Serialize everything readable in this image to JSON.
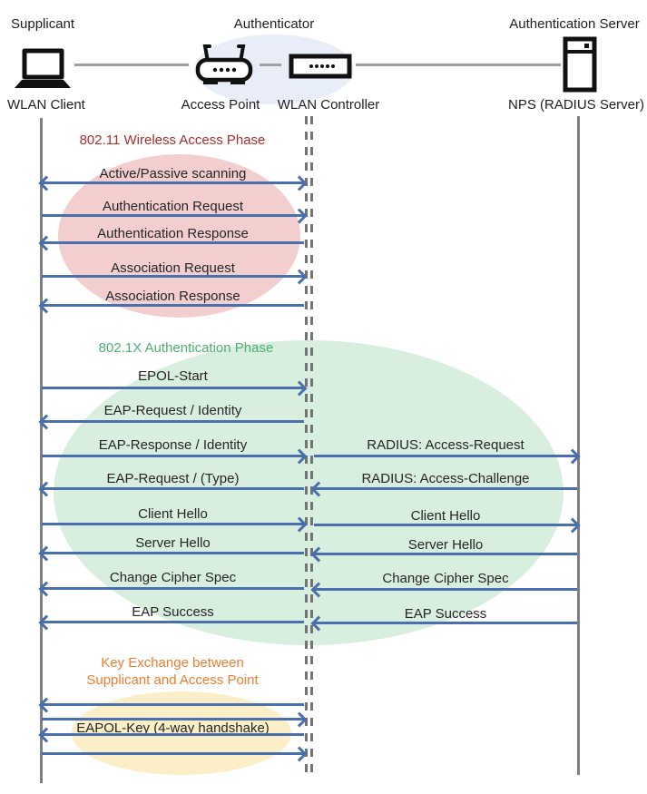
{
  "header": {
    "supplicant_role": "Supplicant",
    "authenticator_role": "Authenticator",
    "server_role": "Authentication Server",
    "wlan_client": "WLAN Client",
    "access_point": "Access Point",
    "wlan_controller": "WLAN Controller",
    "nps": "NPS (RADIUS Server)"
  },
  "icons": {
    "supplicant": "laptop-icon",
    "access_point": "wireless-router-icon",
    "wlan_controller": "controller-box-icon",
    "server": "server-tower-icon"
  },
  "phases": {
    "wireless": {
      "title": "802.11 Wireless Access Phase",
      "color": "#B02B2B",
      "ellipse_color": "#F2CECF"
    },
    "auth": {
      "title": "802.1X Authentication Phase",
      "color": "#4FAE74",
      "ellipse_color": "#D8EEDE"
    },
    "key_exchange": {
      "title_line1": "Key Exchange between",
      "title_line2": "Supplicant and Access Point",
      "color": "#ED7D31",
      "ellipse_color": "#FCEEC6"
    }
  },
  "messages": {
    "left": [
      {
        "label": "Active/Passive scanning",
        "direction": "both"
      },
      {
        "label": "Authentication Request",
        "direction": "right"
      },
      {
        "label": "Authentication Response",
        "direction": "left"
      },
      {
        "label": "Association Request",
        "direction": "right"
      },
      {
        "label": "Association Response",
        "direction": "left"
      },
      {
        "label": "EPOL-Start",
        "direction": "right"
      },
      {
        "label": "EAP-Request / Identity",
        "direction": "left"
      },
      {
        "label": "EAP-Response / Identity",
        "direction": "right"
      },
      {
        "label": "EAP-Request / (Type)",
        "direction": "left"
      },
      {
        "label": "Client Hello",
        "direction": "right"
      },
      {
        "label": "Server Hello",
        "direction": "left"
      },
      {
        "label": "Change Cipher Spec",
        "direction": "left"
      },
      {
        "label": "EAP Success",
        "direction": "left"
      },
      {
        "label": "",
        "direction": "left"
      },
      {
        "label": "",
        "direction": "right"
      },
      {
        "label": "EAPOL-Key (4-way handshake)",
        "direction": "left"
      },
      {
        "label": "",
        "direction": "right"
      }
    ],
    "right": [
      {
        "label": "RADIUS: Access-Request",
        "direction": "right"
      },
      {
        "label": "RADIUS: Access-Challenge",
        "direction": "left"
      },
      {
        "label": "Client Hello",
        "direction": "right"
      },
      {
        "label": "Server Hello",
        "direction": "left"
      },
      {
        "label": "Change Cipher Spec",
        "direction": "left"
      },
      {
        "label": "EAP Success",
        "direction": "left"
      }
    ]
  },
  "colors": {
    "arrow": "#4A6FAD",
    "lifeline": "#7F7F7F",
    "authenticator_ellipse": "#E9EDF8"
  }
}
